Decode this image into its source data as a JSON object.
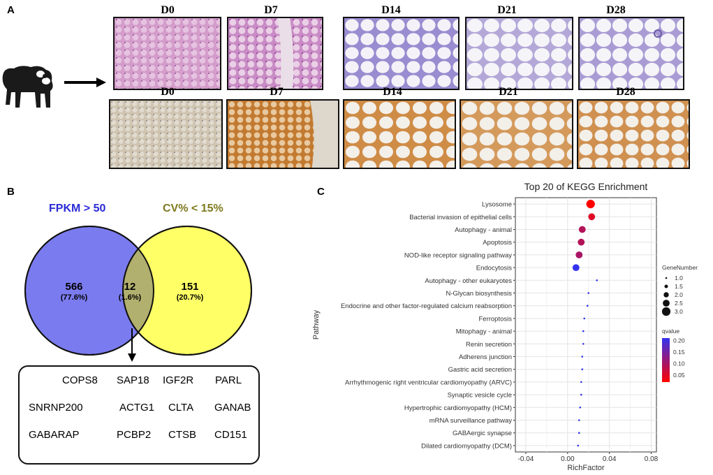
{
  "panel_a": {
    "letter": "A",
    "top_row": [
      "D0",
      "D7",
      "D14",
      "D21",
      "D28"
    ],
    "bottom_row": [
      "D0",
      "D7",
      "D14",
      "D21",
      "D28"
    ]
  },
  "panel_b": {
    "letter": "B",
    "left_title": "FPKM > 50",
    "right_title": "CV% < 15%",
    "left_count": "566",
    "left_pct": "(77.6%)",
    "middle_count": "12",
    "middle_pct": "(1.6%)",
    "right_count": "151",
    "right_pct": "(20.7%)",
    "genes": [
      "COPS8",
      "SAP18",
      "IGF2R",
      "PARL",
      "SNRNP200",
      "ACTG1",
      "CLTA",
      "GANAB",
      "GABARAP",
      "PCBP2",
      "CTSB",
      "CD151"
    ],
    "colors": {
      "left": "#7b7bf0",
      "right": "#ffff66",
      "overlap": "#b2b06e"
    }
  },
  "panel_c": {
    "letter": "C",
    "chart_data": {
      "type": "scatter",
      "title": "Top 20 of KEGG Enrichment",
      "xlabel": "RichFactor",
      "ylabel": "Pathway",
      "xlim": [
        -0.05,
        0.085
      ],
      "xticks": [
        "-0.04",
        "0.00",
        "0.04",
        "0.08"
      ],
      "xtick_values": [
        -0.04,
        0,
        0.04,
        0.08
      ],
      "grid": true,
      "categories": [
        "Lysosome",
        "Bacterial invasion of epithelial cells",
        "Autophagy - animal",
        "Apoptosis",
        "NOD-like receptor signaling pathway",
        "Endocytosis",
        "Autophagy - other eukaryotes",
        "N-Glycan biosynthesis",
        "Endocrine and other factor-regulated calcium reabsorption",
        "Ferroptosis",
        "Mitophagy - animal",
        "Renin secretion",
        "Adherens junction",
        "Gastric acid secretion",
        "Arrhythmogenic right ventricular cardiomyopathy (ARVC)",
        "Synaptic vesicle cycle",
        "Hypertrophic cardiomyopathy (HCM)",
        "mRNA surveillance pathway",
        "GABAergic synapse",
        "Dilated cardiomyopathy (DCM)"
      ],
      "richfactor": [
        0.022,
        0.023,
        0.014,
        0.013,
        0.011,
        0.008,
        0.028,
        0.02,
        0.019,
        0.016,
        0.015,
        0.015,
        0.014,
        0.014,
        0.013,
        0.013,
        0.012,
        0.011,
        0.011,
        0.01
      ],
      "gene_number": [
        3,
        2.5,
        2.5,
        2.5,
        2.5,
        2.5,
        1,
        1,
        1,
        1,
        1,
        1,
        1,
        1,
        1,
        1,
        1,
        1,
        1,
        1
      ],
      "qvalue": [
        0.02,
        0.05,
        0.09,
        0.09,
        0.1,
        0.21,
        0.21,
        0.21,
        0.21,
        0.21,
        0.21,
        0.21,
        0.21,
        0.21,
        0.21,
        0.21,
        0.21,
        0.21,
        0.21,
        0.21
      ],
      "size_legend": {
        "title": "GeneNumber",
        "labels": [
          "1.0",
          "1.5",
          "2.0",
          "2.5",
          "3.0"
        ],
        "values": [
          1,
          1.5,
          2,
          2.5,
          3
        ]
      },
      "color_legend": {
        "title": "qvalue",
        "labels": [
          "0.20",
          "0.15",
          "0.10",
          "0.05"
        ],
        "values": [
          0.2,
          0.15,
          0.1,
          0.05
        ],
        "low_color": "#ff0000",
        "high_color": "#3333ee"
      }
    }
  }
}
